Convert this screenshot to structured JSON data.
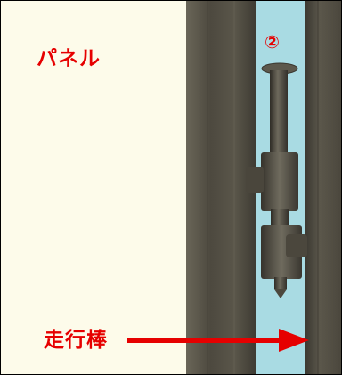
{
  "labels": {
    "panel": "パネル",
    "marker": "②",
    "rail": "走行棒"
  },
  "colors": {
    "annotation": "#e60000",
    "panel_background": "#fdfbea",
    "gap_highlight": "#a9dbe3",
    "metal": "#4e4a40"
  }
}
